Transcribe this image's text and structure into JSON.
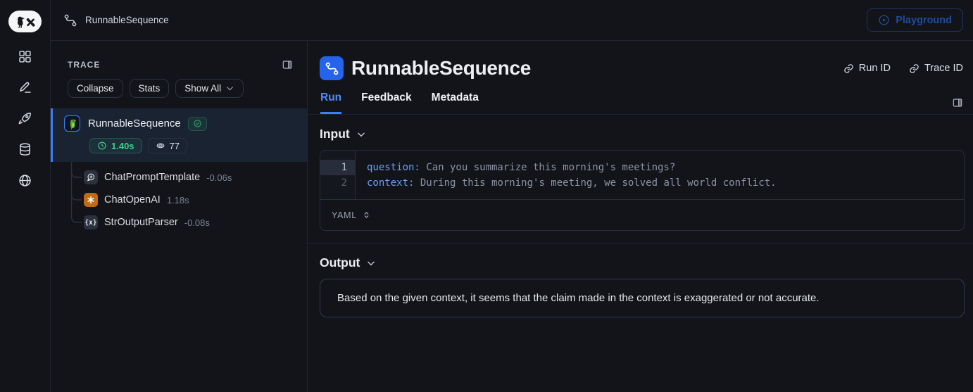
{
  "topbar": {
    "title": "RunnableSequence",
    "playground_label": "Playground"
  },
  "sidebar": {
    "icons": [
      "grid",
      "pencil",
      "rocket",
      "database",
      "globe"
    ]
  },
  "trace_panel": {
    "title": "TRACE",
    "collapse_label": "Collapse",
    "stats_label": "Stats",
    "show_all_label": "Show All",
    "tree": {
      "root": {
        "name": "RunnableSequence",
        "status": "success",
        "duration": "1.40s",
        "tokens": "77"
      },
      "children": [
        {
          "name": "ChatPromptTemplate",
          "duration": "-0.06s",
          "icon": "message-plus"
        },
        {
          "name": "ChatOpenAI",
          "duration": "1.18s",
          "icon": "openai"
        },
        {
          "name": "StrOutputParser",
          "duration": "-0.08s",
          "icon": "braces-x",
          "glyph": "{x}"
        }
      ]
    }
  },
  "main": {
    "title": "RunnableSequence",
    "run_id_label": "Run ID",
    "trace_id_label": "Trace ID",
    "tabs": [
      {
        "label": "Run",
        "active": true
      },
      {
        "label": "Feedback",
        "active": false
      },
      {
        "label": "Metadata",
        "active": false
      }
    ],
    "input": {
      "heading": "Input",
      "format": "YAML",
      "lines": [
        {
          "num": "1",
          "key": "question:",
          "value": " Can you summarize this morning's meetings?"
        },
        {
          "num": "2",
          "key": "context:",
          "value": " During this morning's meeting, we solved all world conflict."
        }
      ]
    },
    "output": {
      "heading": "Output",
      "text": "Based on the given context, it seems that the claim made in the context is exaggerated or not accurate."
    }
  },
  "colors": {
    "accent_blue": "#3b82f6",
    "tab_active": "#4f8df7",
    "success_green": "#3ecf8e",
    "openai_orange": "#c06a12",
    "selected_row_bg": "#1a2332",
    "panel_border": "#21262f",
    "code_key": "#6d9ff8",
    "code_value": "#8b94a6",
    "playground_dim_blue": "#1f4c9c"
  }
}
